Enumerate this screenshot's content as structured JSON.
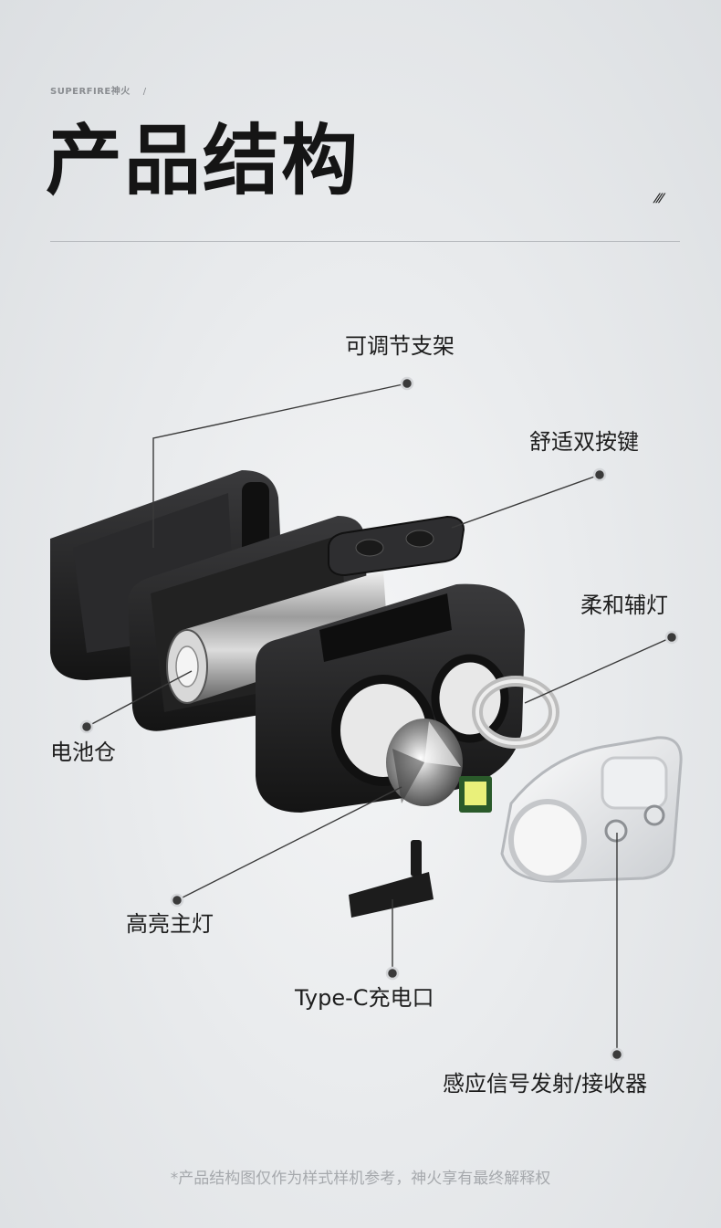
{
  "header": {
    "brand": "SUPERFIRE神火",
    "brand_separator": "/",
    "title": "产品结构",
    "title_mark": "///"
  },
  "labels": {
    "adjustable_bracket": "可调节支架",
    "dual_buttons": "舒适双按键",
    "soft_aux_light": "柔和辅灯",
    "battery_compartment": "电池仓",
    "main_light": "高亮主灯",
    "charging_port": "Type-C充电口",
    "sensor": "感应信号发射/接收器"
  },
  "footnote": "*产品结构图仅作为样式样机参考，神火享有最终解释权",
  "colors": {
    "background": "#e9ebed",
    "body_dark": "#1c1c1c",
    "leader_line": "#3a3a3a",
    "led_yellow": "#e9f07a",
    "footnote_text": "#a6a9ad"
  }
}
